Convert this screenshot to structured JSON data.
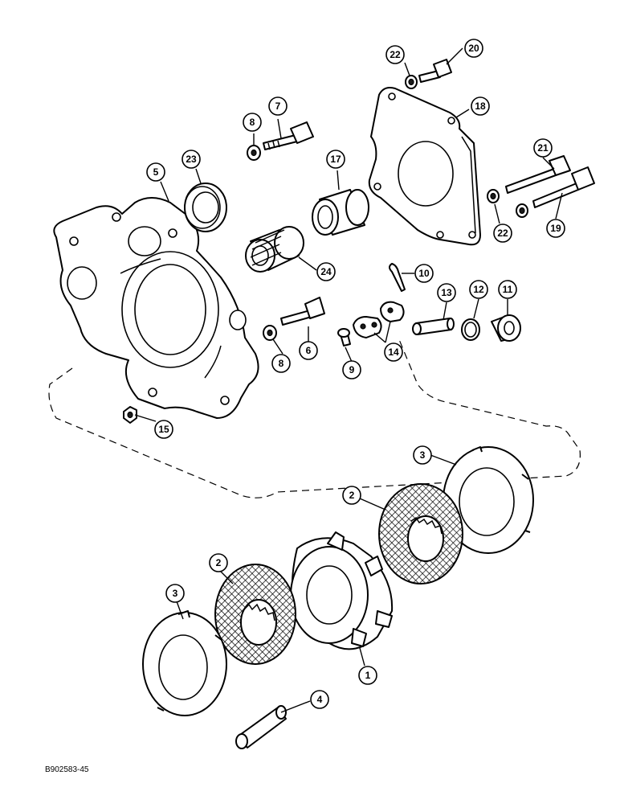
{
  "callouts": [
    {
      "id": "c1",
      "label": "1"
    },
    {
      "id": "c2a",
      "label": "2"
    },
    {
      "id": "c2b",
      "label": "2"
    },
    {
      "id": "c3a",
      "label": "3"
    },
    {
      "id": "c3b",
      "label": "3"
    },
    {
      "id": "c4",
      "label": "4"
    },
    {
      "id": "c5",
      "label": "5"
    },
    {
      "id": "c6",
      "label": "6"
    },
    {
      "id": "c7",
      "label": "7"
    },
    {
      "id": "c8a",
      "label": "8"
    },
    {
      "id": "c8b",
      "label": "8"
    },
    {
      "id": "c9",
      "label": "9"
    },
    {
      "id": "c10",
      "label": "10"
    },
    {
      "id": "c11",
      "label": "11"
    },
    {
      "id": "c12",
      "label": "12"
    },
    {
      "id": "c13",
      "label": "13"
    },
    {
      "id": "c14",
      "label": "14"
    },
    {
      "id": "c15",
      "label": "15"
    },
    {
      "id": "c17",
      "label": "17"
    },
    {
      "id": "c18",
      "label": "18"
    },
    {
      "id": "c19",
      "label": "19"
    },
    {
      "id": "c20",
      "label": "20"
    },
    {
      "id": "c21",
      "label": "21"
    },
    {
      "id": "c22a",
      "label": "22"
    },
    {
      "id": "c22b",
      "label": "22"
    },
    {
      "id": "c23",
      "label": "23"
    },
    {
      "id": "c24",
      "label": "24"
    }
  ],
  "drawing_code": "B902583-45"
}
